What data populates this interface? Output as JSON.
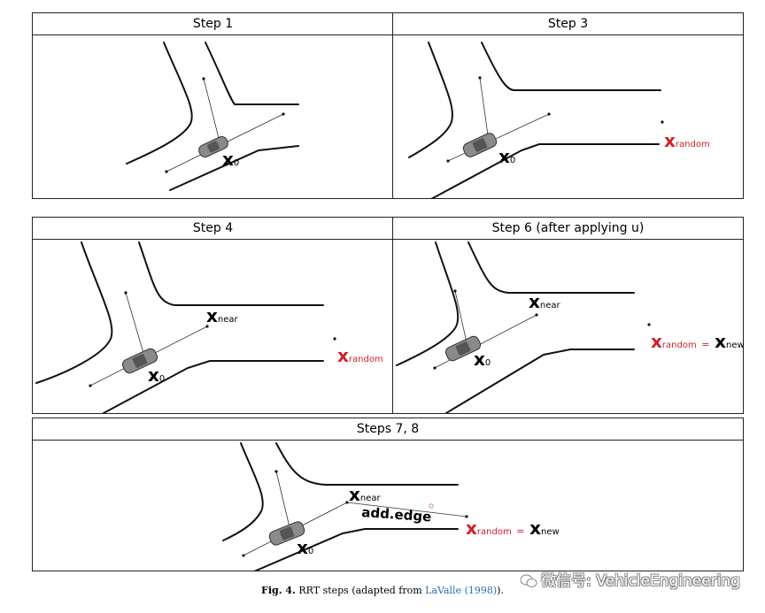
{
  "panels": {
    "step1": {
      "title": "Step 1"
    },
    "step3": {
      "title": "Step 3"
    },
    "step4": {
      "title": "Step 4"
    },
    "step6": {
      "title": "Step 6 (after applying u)"
    },
    "step78": {
      "title": "Steps 7, 8"
    }
  },
  "labels": {
    "x": "x",
    "sub_0": "0",
    "sub_random": "random",
    "sub_near": "near",
    "sub_new": "new",
    "equals": "=",
    "add_edge": "add.edge"
  },
  "caption": {
    "fig_num": "Fig. 4.",
    "text_before": "RRT steps (adapted from",
    "cite": "LaValle (1998)",
    "text_after": ")."
  },
  "watermark": {
    "text": "微信号: VehicleEngineering",
    "icon": "wechat-icon"
  },
  "colors": {
    "highlight": "#d0202a",
    "citation": "#2a6fb0"
  }
}
